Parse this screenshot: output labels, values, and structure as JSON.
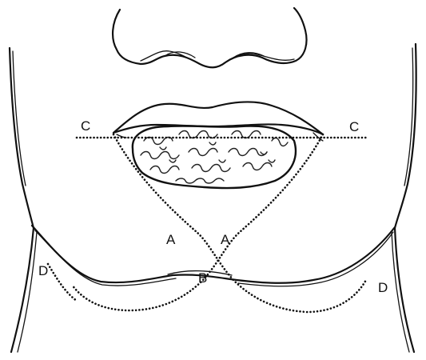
{
  "figure": {
    "labels": {
      "c_left": "C",
      "c_right": "C",
      "a_left": "A",
      "a_right": "A",
      "b": "B",
      "d_left": "D",
      "d_right": "D"
    }
  }
}
